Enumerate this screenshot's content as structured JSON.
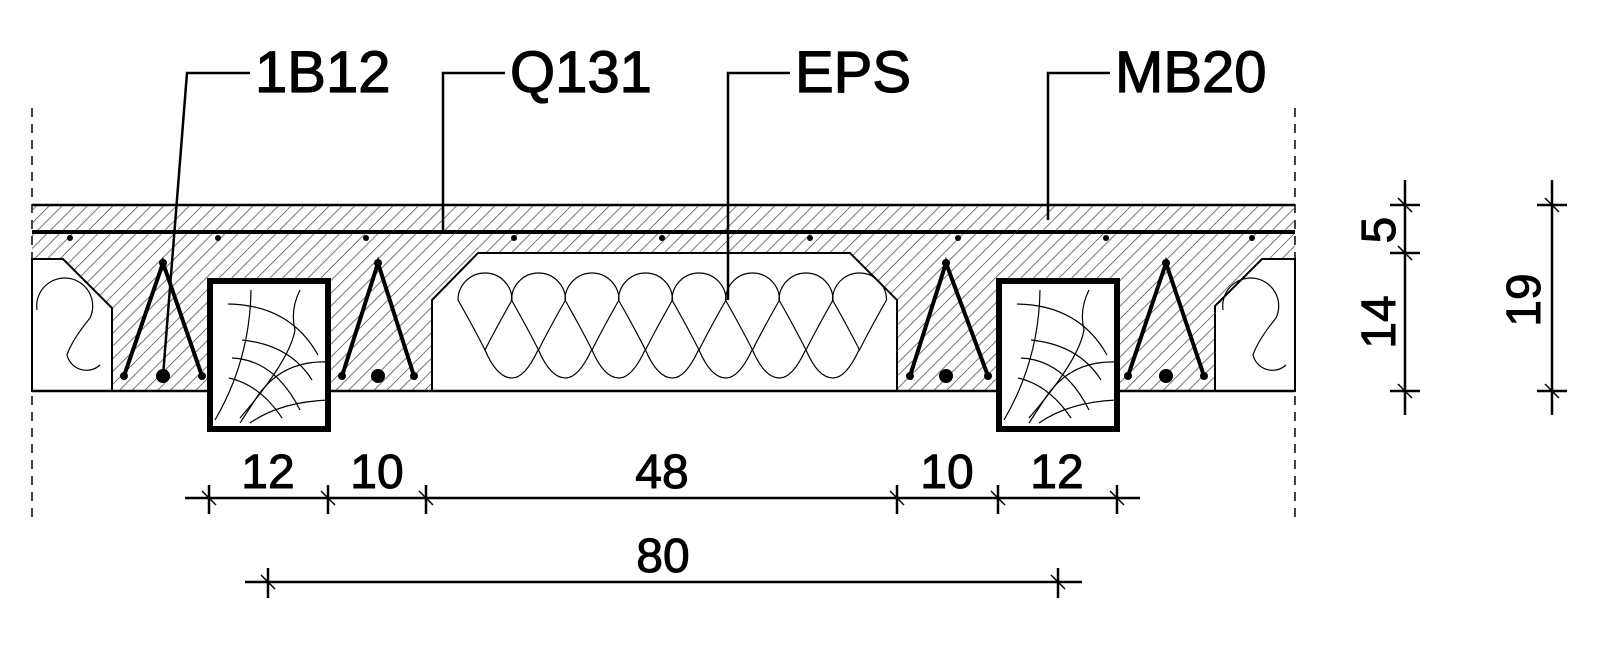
{
  "labels": {
    "rebar": "1B12",
    "mesh": "Q131",
    "insulation": "EPS",
    "concrete": "MB20"
  },
  "dimensions": {
    "horizontal": [
      "12",
      "10",
      "48",
      "10",
      "12"
    ],
    "total_width": "80",
    "topping": "5",
    "panel": "14",
    "total_height": "19"
  },
  "colors": {
    "line": "#000000",
    "background": "#ffffff"
  }
}
